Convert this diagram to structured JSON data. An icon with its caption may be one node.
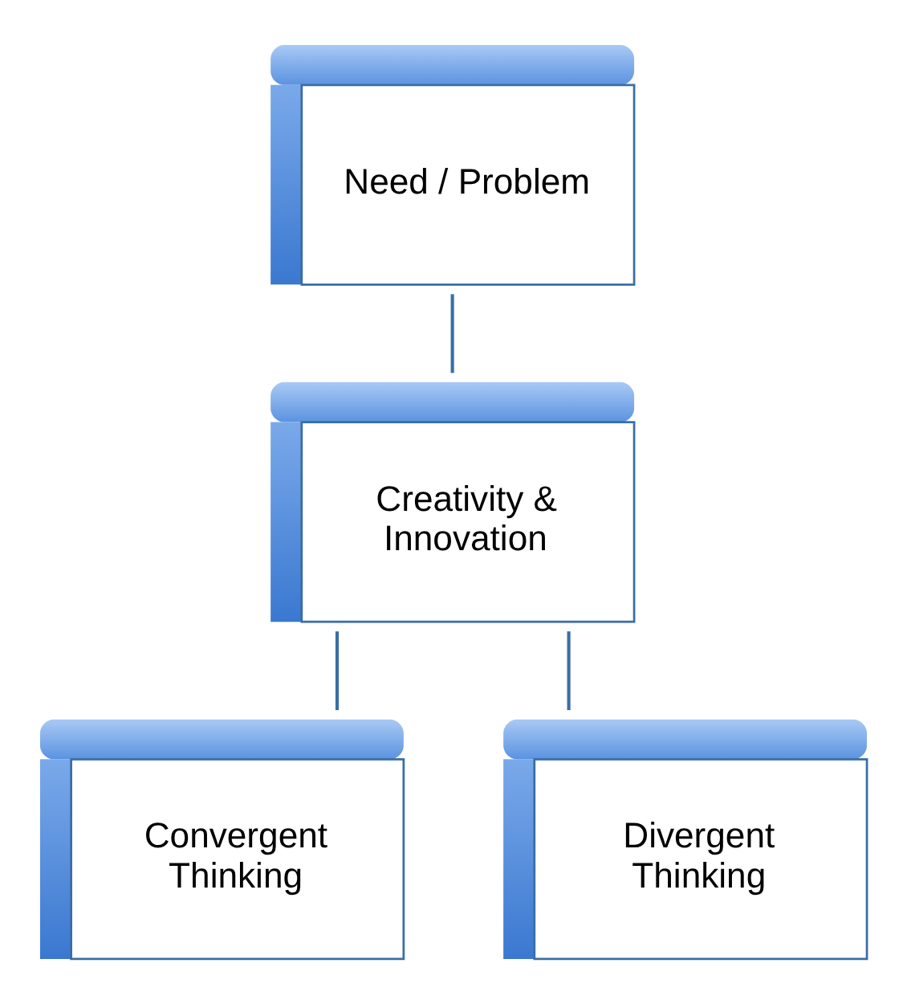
{
  "diagram": {
    "nodes": [
      {
        "text": [
          "Need / Problem"
        ]
      },
      {
        "text": [
          "Creativity & Innovation"
        ]
      },
      {
        "text": [
          "Convergent Thinking"
        ]
      },
      {
        "text": [
          "Divergent Thinking"
        ]
      }
    ],
    "edges": [
      {
        "from": 0,
        "to": 1,
        "arrow": "none"
      },
      {
        "from": 1,
        "to": 2,
        "arrow": "none"
      },
      {
        "from": 1,
        "to": 3,
        "arrow": "none"
      }
    ]
  }
}
